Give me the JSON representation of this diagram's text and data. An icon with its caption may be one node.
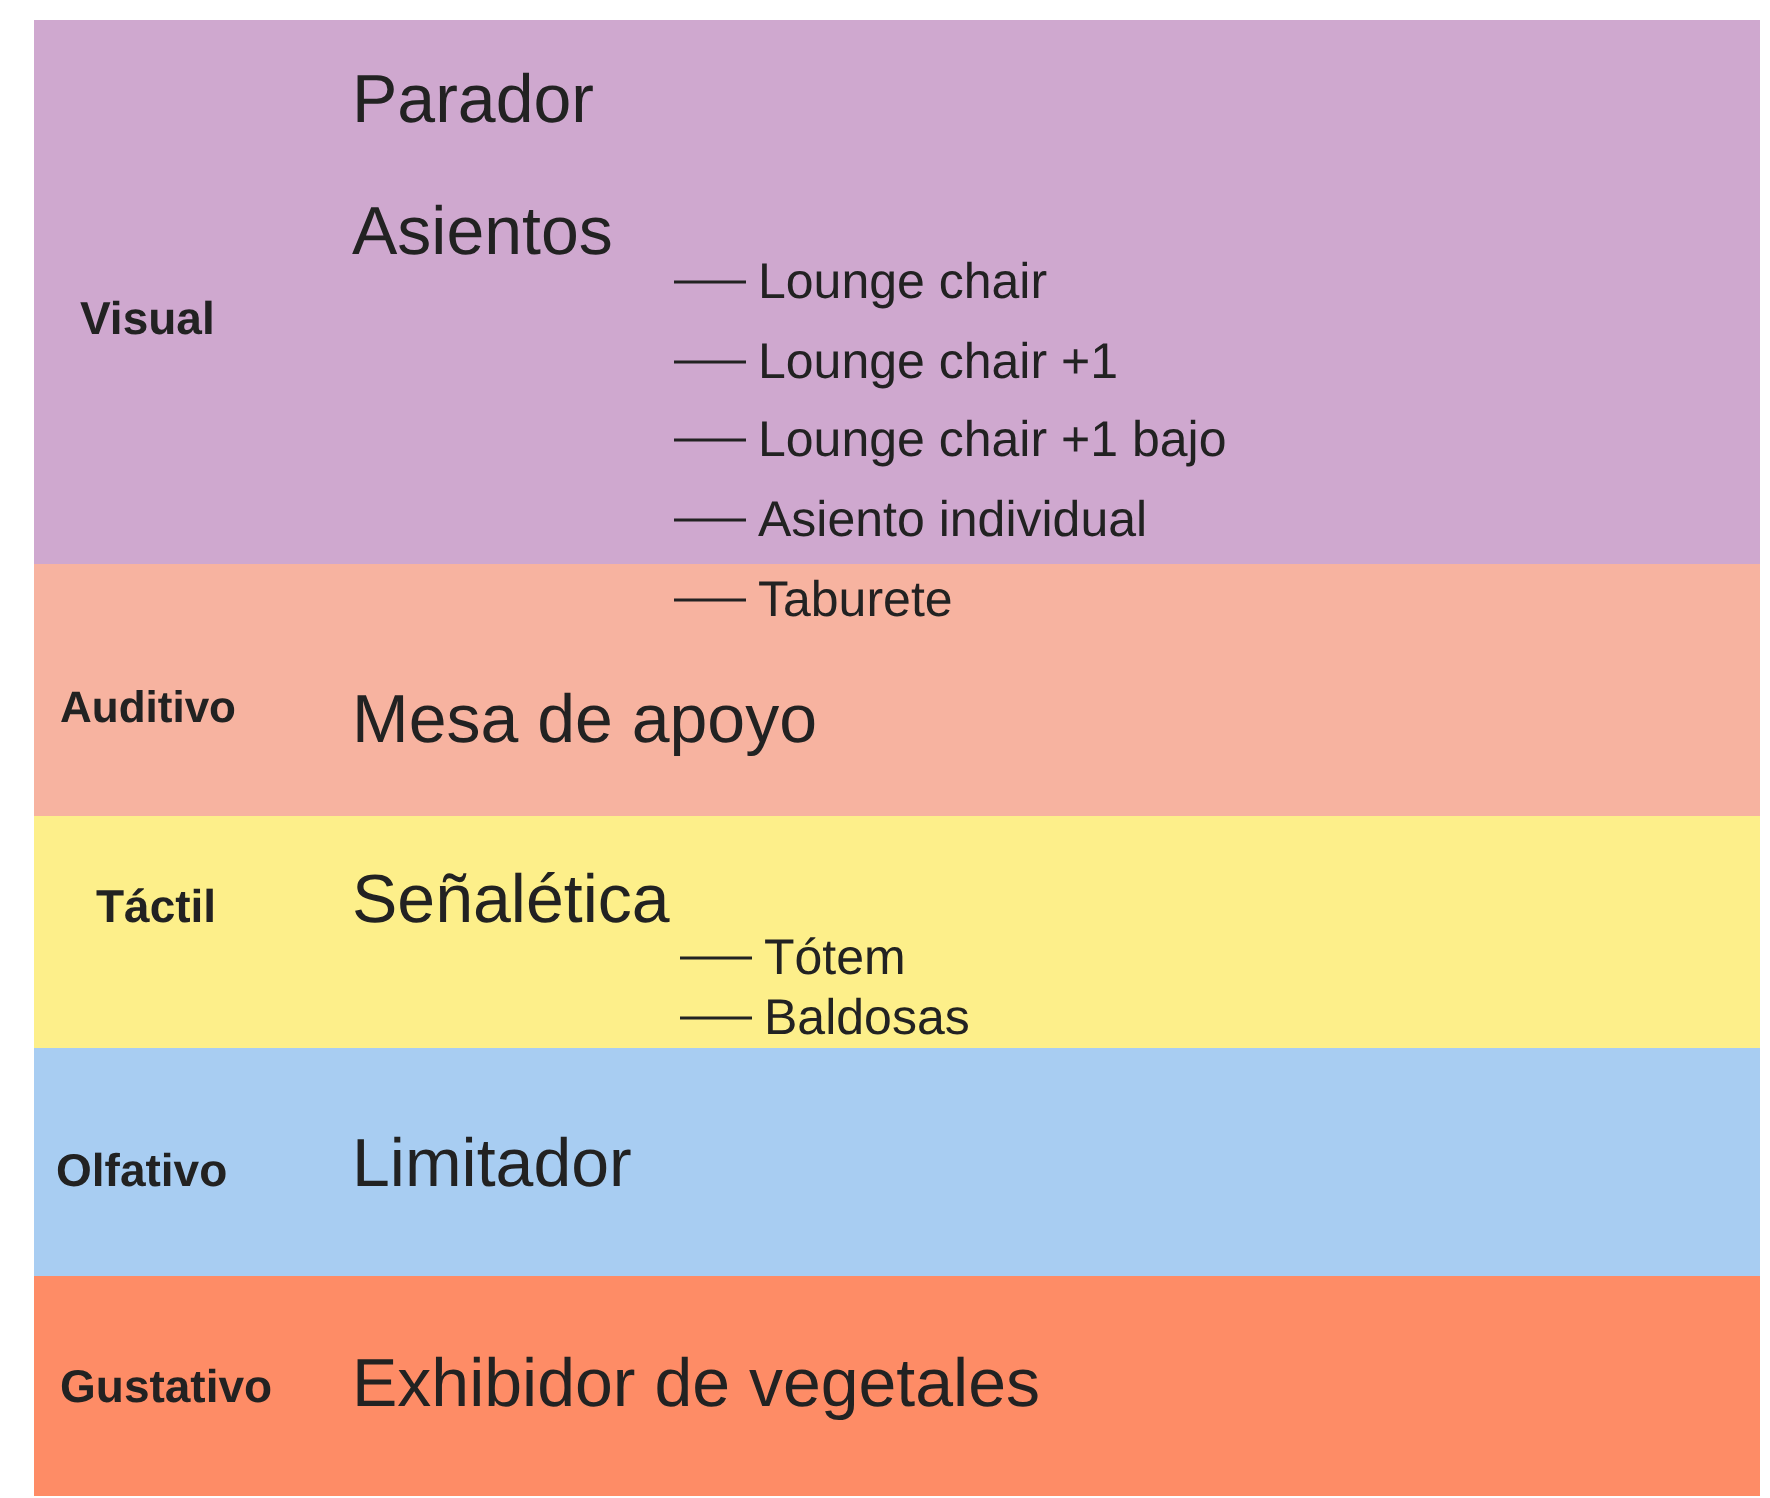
{
  "diagram": {
    "nodes": [
      {
        "text": [
          "Visual",
          "Parador",
          "Asientos",
          "Lounge chair",
          "Lounge chair +1",
          "Lounge chair +1 bajo",
          "Asiento individual"
        ]
      },
      {
        "text": [
          "Auditivo",
          "Taburete",
          "Mesa de apoyo"
        ]
      },
      {
        "text": [
          "Táctil",
          "Señalética",
          "Tótem",
          "Baldosas"
        ]
      },
      {
        "text": [
          "Olfativo",
          "Limitador"
        ]
      },
      {
        "text": [
          "Gustativo",
          "Exhibidor de vegetales"
        ]
      }
    ],
    "edges": []
  }
}
